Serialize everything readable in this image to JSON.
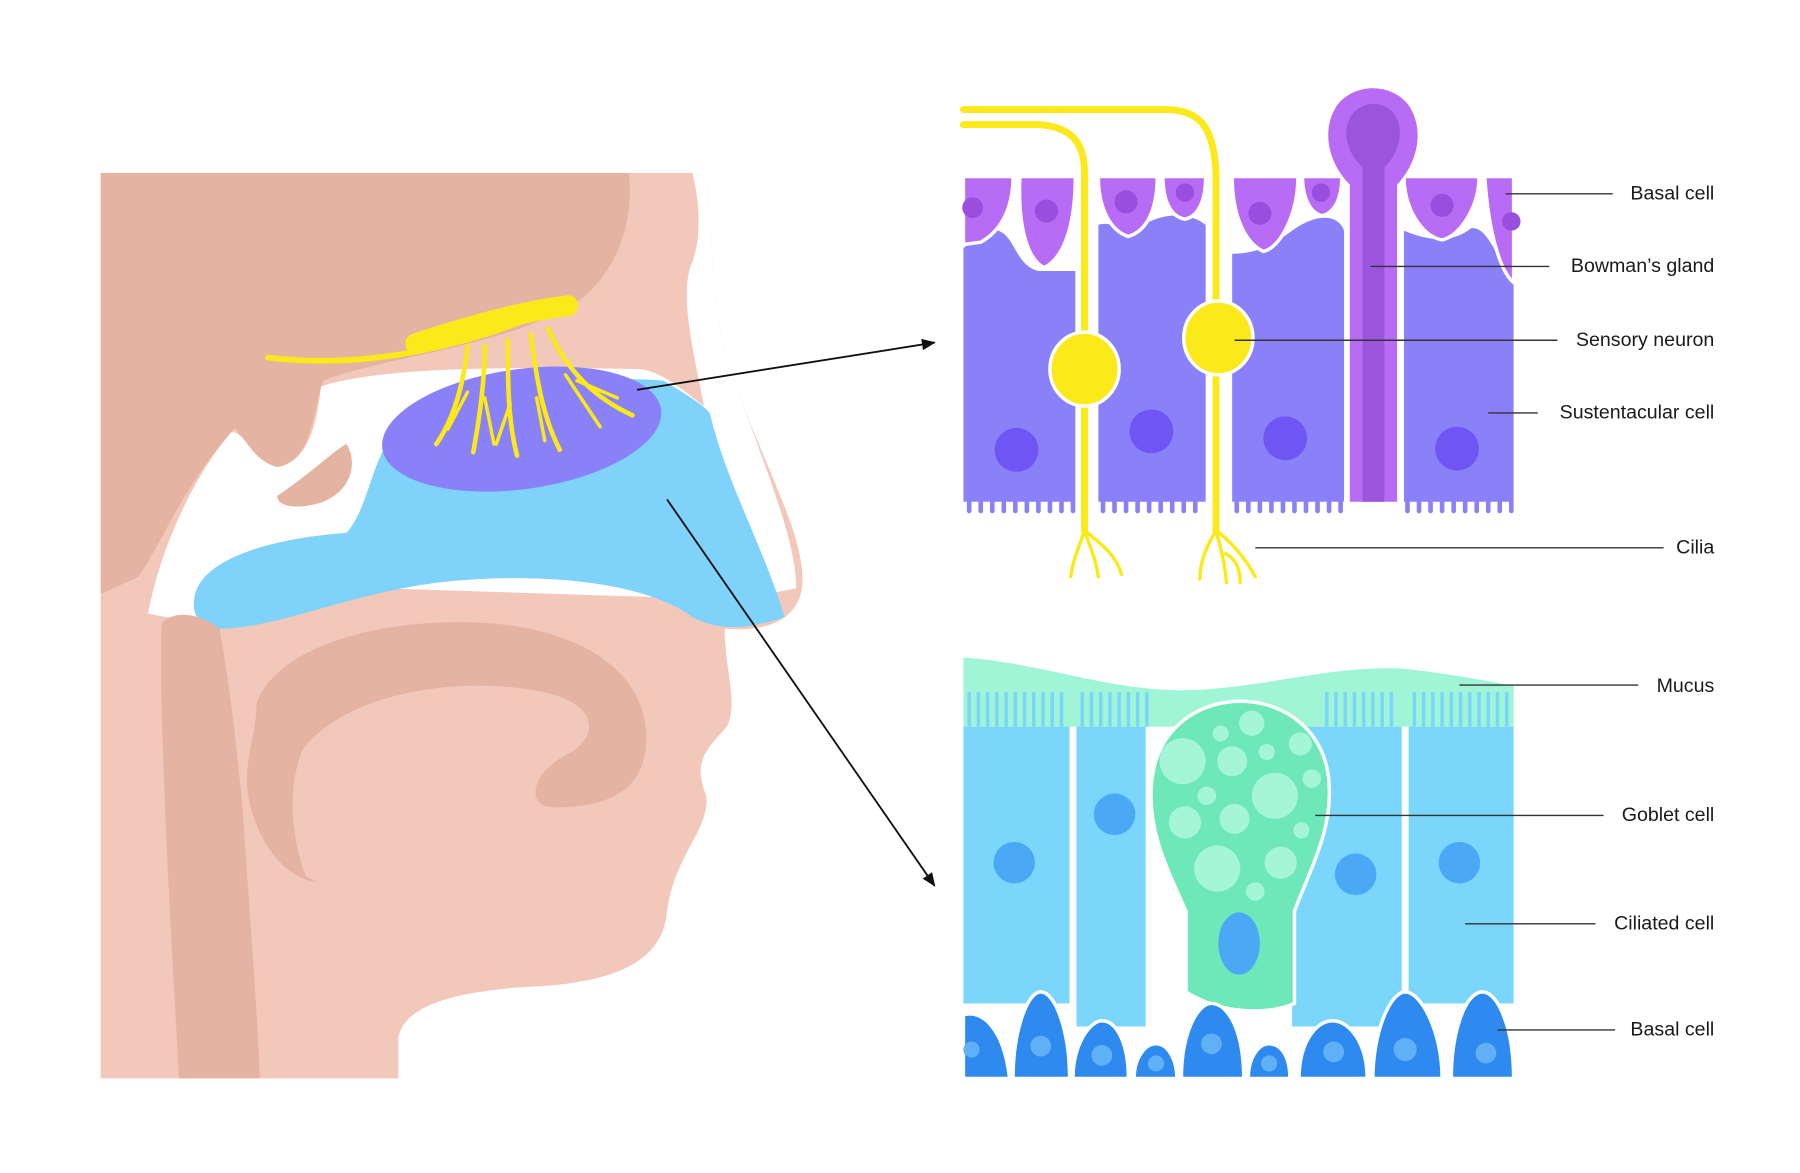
{
  "labels": {
    "olfactory": {
      "basal_cell": "Basal cell",
      "bowmans_gland": "Bowman’s gland",
      "sensory_neuron": "Sensory neuron",
      "sustentacular_cell": "Sustentacular cell",
      "cilia": "Cilia"
    },
    "respiratory": {
      "mucus": "Mucus",
      "goblet_cell": "Goblet cell",
      "ciliated_cell": "Ciliated cell",
      "basal_cell": "Basal cell"
    }
  },
  "colors": {
    "skin_light": "#f2c8bb",
    "skin_dark": "#e5b3a2",
    "olfactory_region": "#8a80f8",
    "respiratory_region": "#7fd2fa",
    "neuron": "#fbe91a",
    "basal_purple": "#b86cf5",
    "ciliated": "#7ad6fb",
    "goblet": "#6ee8b8",
    "basal_blue": "#2f8af0"
  }
}
